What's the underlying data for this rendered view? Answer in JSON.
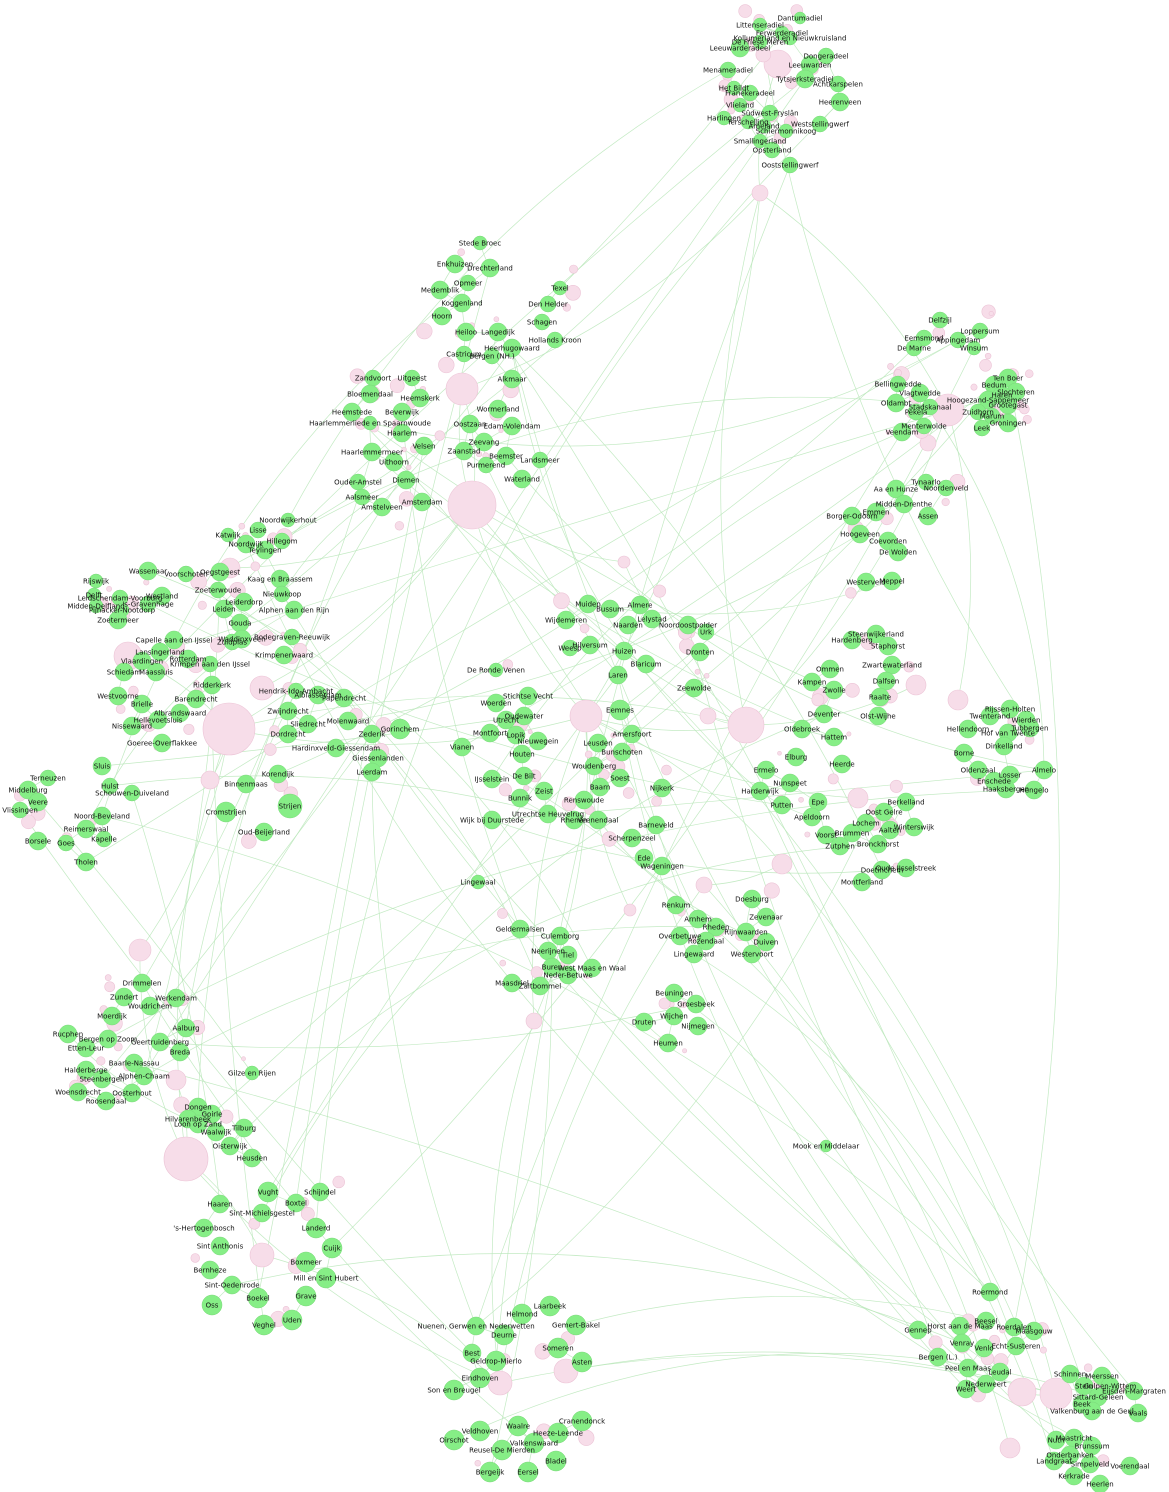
{
  "graph": {
    "colors": {
      "municipality_node": "#86ee86",
      "hub_node": "#f7dde9",
      "edge": "#b9e6b9",
      "label": "#111111"
    },
    "municipalities": [
      "Dantumadiel",
      "Littenseradiel",
      "Ferwerderadiel",
      "Dongeradeel",
      "De Friese Meren",
      "Kollumerland en Nieuwkruisland",
      "Leeuwarderadeel",
      "Menameradiel",
      "Leeuwarden",
      "Tytsjerksteradiel",
      "Achtkarspelen",
      "Het Bildt",
      "Franekeradeel",
      "Heerenveen",
      "Vlieland",
      "Sûdwest-Fryslân",
      "Harlingen",
      "Terschelling",
      "Ameland",
      "Schiermonnikoog",
      "Weststellingwerf",
      "Smallingerland",
      "Opsterland",
      "Ooststellingwerf",
      "Stede Broec",
      "Enkhuizen",
      "Drechterland",
      "Opmeer",
      "Medemblik",
      "Texel",
      "Koggenland",
      "Den Helder",
      "Hoorn",
      "Schagen",
      "Heiloo",
      "Langedijk",
      "Hollands Kroon",
      "Heerhugowaard",
      "Castricum",
      "Bergen (NH.)",
      "Alkmaar",
      "Zandvoort",
      "Uitgeest",
      "Bloemendaal",
      "Heemskerk",
      "Heemstede",
      "Beverwijk",
      "Wormerland",
      "Haarlemmerliede en Spaarnwoude",
      "Oostzaan",
      "Edam-Volendam",
      "Haarlem",
      "Velsen",
      "Zeevang",
      "Haarlemmermeer",
      "Zaanstad",
      "Beemster",
      "Uithoorn",
      "Purmerend",
      "Landsmeer",
      "Ouder-Amstel",
      "Diemen",
      "Waterland",
      "Aalsmeer",
      "Amsterdam",
      "Amstelveen",
      "Delfzijl",
      "Loppersum",
      "Eemsmond",
      "Appingedam",
      "De Marne",
      "Winsum",
      "Ten Boer",
      "Bedum",
      "Bellingwedde",
      "Slochteren",
      "Vlagtwedde",
      "Haren",
      "Hoogezand-Sappemeer",
      "Oldambt",
      "Stadskanaal",
      "Grootegast",
      "Pekela",
      "Zuidhorn",
      "Marum",
      "Menterwolde",
      "Groningen",
      "Veendam",
      "Leek",
      "Tynaarlo",
      "Aa en Hunze",
      "Noordenveld",
      "Midden-Drenthe",
      "Emmen",
      "Borger-Odoorn",
      "Assen",
      "Hoogeveen",
      "Coevorden",
      "De Wolden",
      "Westerveld",
      "Meppel",
      "Noordwijkerhout",
      "Katwijk",
      "Lisse",
      "Noordwijk",
      "Hillegom",
      "Teylingen",
      "Wassenaar",
      "Voorschoten",
      "Oegstgeest",
      "Kaag en Braassem",
      "Rijswijk",
      "Westland",
      "Zoeterwoude",
      "Nieuwkoop",
      "Leidschendam-Voorburg",
      "'s-Gravenhage",
      "Delft",
      "Leiderdorp",
      "Midden-Delfland",
      "Pijnacker-Nootdorp",
      "Leiden",
      "Alphen aan den Rijn",
      "Zoetermeer",
      "Gouda",
      "Waddinxveen",
      "Bodegraven-Reeuwijk",
      "Capelle aan den IJssel",
      "Zuidplas",
      "Krimpenerwaard",
      "Lansingerland",
      "Rotterdam",
      "Vlaardingen",
      "Krimpen aan den IJssel",
      "Schiedam",
      "Maassluis",
      "Ridderkerk",
      "Hendrik-Ido-Ambacht",
      "Alblasserdam",
      "Barendrecht",
      "Papendrecht",
      "Westvoorne",
      "Brielle",
      "Zwijndrecht",
      "Albrandswaard",
      "Sliedrecht",
      "Molenwaard",
      "Nissewaard",
      "Hellevoetsluis",
      "Dordrecht",
      "Zederik",
      "Gorinchem",
      "Goeree-Overflakkee",
      "Hardinxveld-Giessendam",
      "Giessenlanden",
      "Leerdam",
      "Korendijk",
      "Binnenmaas",
      "Strijen",
      "Cromstrijen",
      "Oud-Beijerland",
      "Sluis",
      "Terneuzen",
      "Hulst",
      "Middelburg",
      "Schouwen-Duiveland",
      "Veere",
      "Vlissingen",
      "Noord-Beveland",
      "Reimerswaal",
      "Kapelle",
      "Borsele",
      "Goes",
      "Tholen",
      "Muiden",
      "Bussum",
      "Almere",
      "Wijdemeren",
      "Lelystad",
      "Naarden",
      "Noordoostpolder",
      "Urk",
      "Hilversum",
      "Weesp",
      "Huizen",
      "Dronten",
      "Blaricum",
      "Laren",
      "De Ronde Venen",
      "Zeewolde",
      "Stichtse Vecht",
      "Woerden",
      "Oudewater",
      "Eemnes",
      "Utrecht",
      "Montfoort",
      "Amersfoort",
      "Lopik",
      "Nieuwegein",
      "Leusden",
      "Vianen",
      "Houten",
      "Bunschoten",
      "Woudenberg",
      "IJsselstein",
      "De Bilt",
      "Soest",
      "Zeist",
      "Baarn",
      "Bunnik",
      "Renswoude",
      "Nijkerk",
      "Utrechtse Heuvelrug",
      "Wijk bij Duurstede",
      "Rhenen",
      "Veenendaal",
      "Barneveld",
      "Scherpenzeel",
      "Ede",
      "Wageningen",
      "Steenwijkerland",
      "Hardenberg",
      "Staphorst",
      "Ommen",
      "Zwartewaterland",
      "Kampen",
      "Dalfsen",
      "Zwolle",
      "Raalte",
      "Olst-Wijhe",
      "Rijssen-Holten",
      "Twenterand",
      "Wierden",
      "Hellendoorn",
      "Tubbergen",
      "Hof van Twente",
      "Deventer",
      "Dinkelland",
      "Oldebroek",
      "Hattem",
      "Borne",
      "Elburg",
      "Oldenzaal",
      "Almelo",
      "Heerde",
      "Ermelo",
      "Losser",
      "Enschede",
      "Haaksbergen",
      "Hengelo",
      "Harderwijk",
      "Nunspeet",
      "Putten",
      "Epe",
      "Berkelland",
      "Apeldoorn",
      "Oost Gelre",
      "Winterswijk",
      "Lochem",
      "Aalten",
      "Voorst",
      "Brummen",
      "Bronckhorst",
      "Zutphen",
      "Oude IJsselstreek",
      "Doetinchem",
      "Montferland",
      "Lingewaal",
      "Doesburg",
      "Renkum",
      "Zevenaar",
      "Arnhem",
      "Rheden",
      "Rijnwaarden",
      "Overbetuwe",
      "Rozendaal",
      "Duiven",
      "Lingewaard",
      "Westervoort",
      "Geldermalsen",
      "Culemborg",
      "Neerijnen",
      "Tiel",
      "Buren",
      "West Maas en Waal",
      "Neder-Betuwe",
      "Maasdriel",
      "Zaltbommel",
      "Beuningen",
      "Groesbeek",
      "Druten",
      "Wijchen",
      "Nijmegen",
      "Heumen",
      "Mook en Middelaar",
      "Drimmelen",
      "Zundert",
      "Werkendam",
      "Woudrichem",
      "Moerdijk",
      "Aalburg",
      "Rucphen",
      "Bergen op Zoom",
      "Geertruidenberg",
      "Etten-Leur",
      "Breda",
      "Baarle-Nassau",
      "Halderberge",
      "Alphen-Chaam",
      "Steenbergen",
      "Woensdrecht",
      "Oosterhout",
      "Roosendaal",
      "Gilze en Rijen",
      "Dongen",
      "Goirle",
      "Hilvarenbeek",
      "Loon op Zand",
      "Tilburg",
      "Waalwijk",
      "Oisterwijk",
      "Heusden",
      "Vught",
      "Haaren",
      "Boxtel",
      "Schijndel",
      "Sint-Michielsgestel",
      "Landerd",
      "'s-Hertogenbosch",
      "Sint Anthonis",
      "Cuijk",
      "Boxmeer",
      "Bernheze",
      "Mill en Sint Hubert",
      "Sint-Oedenrode",
      "Grave",
      "Boekel",
      "Oss",
      "Veghel",
      "Uden",
      "Laarbeek",
      "Helmond",
      "Gemert-Bakel",
      "Nuenen, Gerwen en Nederwetten",
      "Deurne",
      "Someren",
      "Best",
      "Geldrop-Mierlo",
      "Asten",
      "Eindhoven",
      "Son en Breugel",
      "Cranendonck",
      "Veldhoven",
      "Waalre",
      "Heeze-Leende",
      "Oirschot",
      "Valkenswaard",
      "Reusel-De Mierden",
      "Bladel",
      "Bergeijk",
      "Eersel",
      "Roermond",
      "Beesel",
      "Gennep",
      "Horst aan de Maas",
      "Roerdalen",
      "Maasgouw",
      "Venray",
      "Venlo",
      "Echt-Susteren",
      "Bergen (L.)",
      "Peel en Maas",
      "Nederweert",
      "Leudal",
      "Weert",
      "Schinnen",
      "Meerssen",
      "Stein",
      "Gulpen-Wittem",
      "Sittard-Geleen",
      "Eijsden-Margraten",
      "Beek",
      "Valkenburg aan de Geul",
      "Vaals",
      "Nuth",
      "Maastricht",
      "Brunssum",
      "Onderbanken",
      "Landgraaf",
      "Simpelveld",
      "Voerendaal",
      "Kerkrade",
      "Heerlen"
    ]
  }
}
